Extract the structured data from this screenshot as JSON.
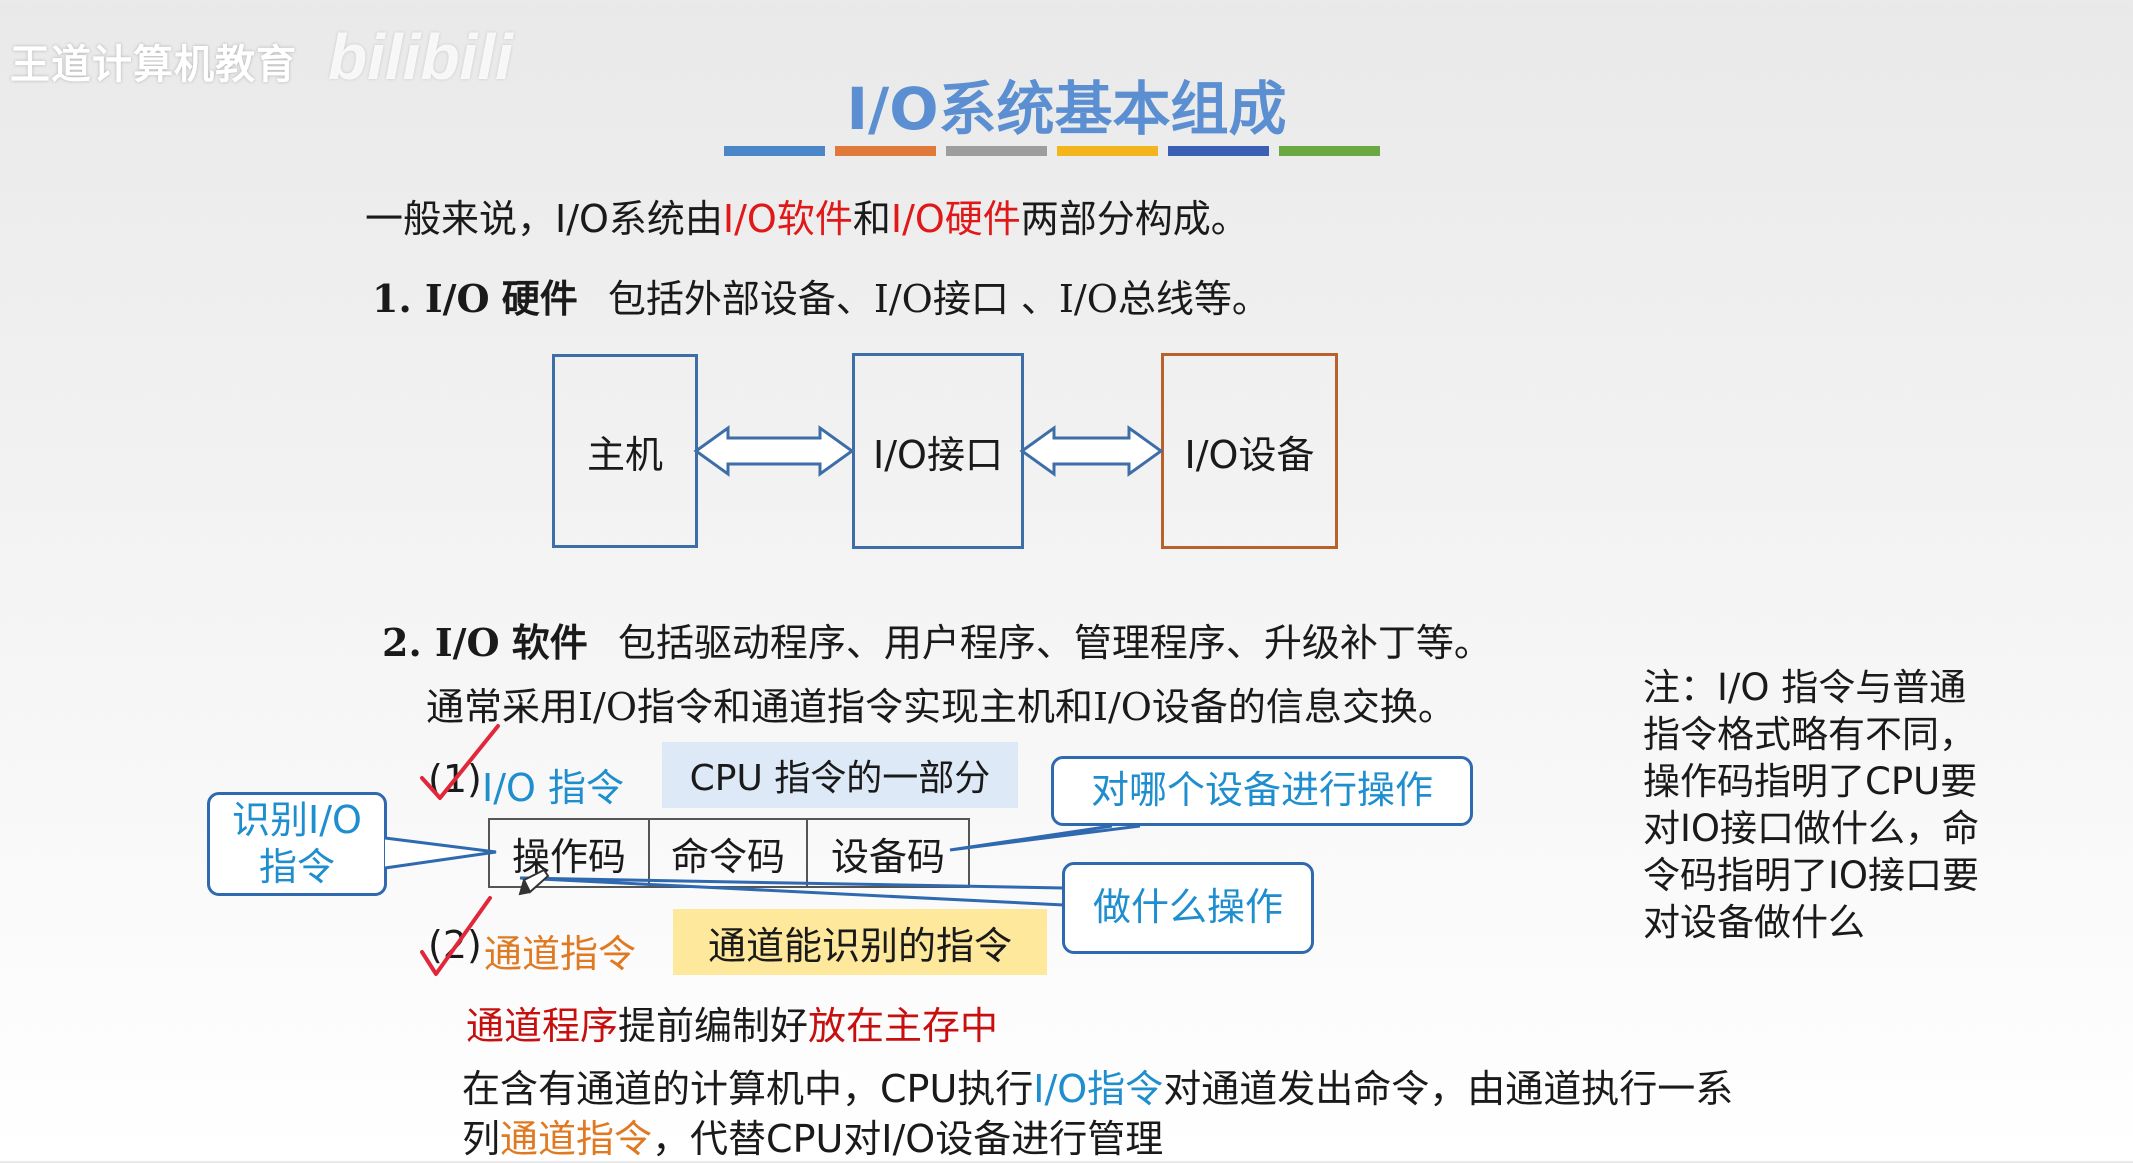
{
  "watermark": {
    "text": "王道计算机教育",
    "logo_text": "bilibili"
  },
  "title": "I/O系统基本组成",
  "title_bar_colors": [
    "#4a86c8",
    "#e07a3a",
    "#9d9d9d",
    "#f2b51c",
    "#3b5fb5",
    "#6aa842"
  ],
  "intro": {
    "prefix": "一般来说，I/O系统由",
    "io_software": "I/O软件",
    "and": "和",
    "io_hardware": "I/O硬件",
    "suffix": "两部分构成。"
  },
  "hardware": {
    "heading": "1. I/O",
    "heading_word": "硬件",
    "desc": "包括外部设备、I/O接口 、I/O总线等。",
    "boxes": [
      "主机",
      "I/O接口",
      "I/O设备"
    ]
  },
  "software": {
    "heading": "2. I/O",
    "heading_word": "软件",
    "desc": "包括驱动程序、用户程序、管理程序、升级补丁等。",
    "line2": "通常采用I/O指令和通道指令实现主机和I/O设备的信息交换。"
  },
  "io_instruction": {
    "number": "(1)",
    "label": "I/O 指令",
    "note": "CPU 指令的一部分",
    "fields": [
      "操作码",
      "命令码",
      "设备码"
    ],
    "callout_identify": [
      "识别I/O",
      "指令"
    ],
    "callout_device": "对哪个设备进行操作",
    "callout_operation": "做什么操作"
  },
  "channel_instruction": {
    "number": "(2)",
    "label": "通道指令",
    "note": "通道能识别的指令"
  },
  "channel_program": {
    "part1": "通道程序",
    "part2": "提前编制好",
    "part3": "放在主存中"
  },
  "bottom_para": {
    "l1_a": "在含有通道的计算机中，CPU执行",
    "l1_b": "I/O指令",
    "l1_c": "对通道发出命令，由通道执行一系",
    "l2_a": "列",
    "l2_b": "通道指令",
    "l2_c": "，代替CPU对I/O设备进行管理"
  },
  "side_note": {
    "lines": [
      "注：I/O 指令与普通",
      "指令格式略有不同，",
      "操作码指明了CPU要",
      "对IO接口做什么，命",
      "令码指明了IO接口要",
      "对设备做什么"
    ]
  },
  "colors": {
    "title": "#5b8fd1",
    "red": "#e01818",
    "blue": "#1e8ecf",
    "orange": "#e07a22",
    "box_border": "#3d6ea8",
    "device_border": "#b8622b",
    "check": "#e0283a"
  }
}
